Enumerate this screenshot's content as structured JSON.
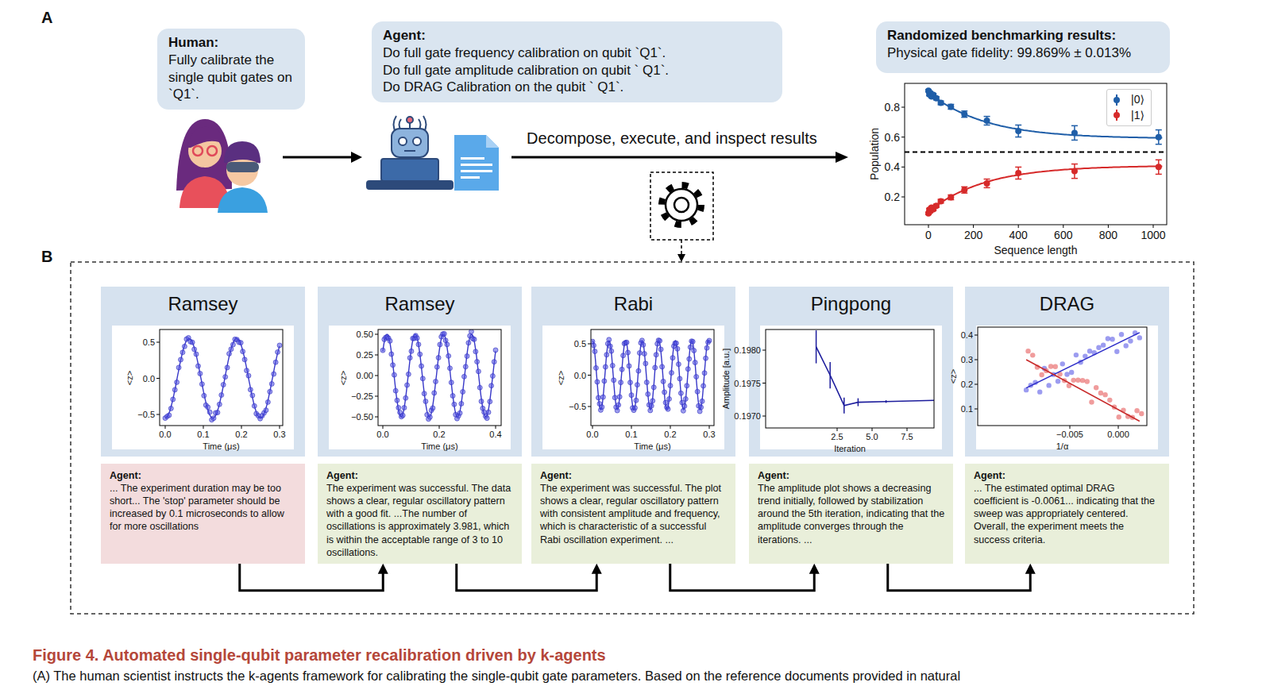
{
  "diagram": {
    "title": "Figure 4. Automated single-qubit parameter recalibration driven by k-agents",
    "caption": "(A) The human scientist instructs the k-agents framework for calibrating the single-qubit gate parameters. Based on the reference documents provided in natural",
    "nodes": [
      {
        "text": [
          "Human:",
          "Fully calibrate the single qubit gates on `Q1`."
        ]
      },
      {
        "text": [
          "Agent:",
          "Do full gate frequency calibration on qubit `Q1`.",
          "Do full gate amplitude calibration on qubit ` Q1`.",
          "Do DRAG Calibration on the qubit ` Q1`."
        ]
      },
      {
        "text": [
          "Randomized benchmarking results:",
          "Physical gate fidelity: 99.869% ± 0.013%"
        ]
      },
      {
        "text": [
          "Ramsey"
        ]
      },
      {
        "text": [
          "Ramsey"
        ]
      },
      {
        "text": [
          "Rabi"
        ]
      },
      {
        "text": [
          "Pingpong"
        ]
      },
      {
        "text": [
          "DRAG"
        ]
      },
      {
        "text": [
          "Agent:",
          "... The experiment duration may be too short... The 'stop' parameter should be increased by 0.1 microseconds to allow for more oscillations"
        ]
      },
      {
        "text": [
          "Agent:",
          "The experiment was successful. The data shows a clear, regular oscillatory pattern with a good fit. ...The number of oscillations is approximately 3.981, which is within the acceptable range of 3 to 10 oscillations."
        ]
      },
      {
        "text": [
          "Agent:",
          "The experiment was successful. The plot shows a clear, regular oscillatory pattern with consistent amplitude and frequency, which is characteristic of a successful Rabi oscillation experiment. ..."
        ]
      },
      {
        "text": [
          "Agent:",
          "The amplitude plot shows a decreasing trend initially, followed by stabilization around the 5th iteration, indicating that the amplitude converges through the iterations. ..."
        ]
      },
      {
        "text": [
          "Agent:",
          "... The estimated optimal DRAG coefficient is -0.0061... indicating that the sweep was appropriately centered. Overall, the experiment meets the success criteria."
        ]
      }
    ],
    "edges": [
      {
        "from": 8,
        "to": 9,
        "arrow": "to"
      },
      {
        "from": 9,
        "to": 10,
        "arrow": "to"
      },
      {
        "from": 10,
        "to": 11,
        "arrow": "to"
      },
      {
        "from": 11,
        "to": 12,
        "arrow": "to"
      }
    ],
    "labels": [
      "A",
      "Decompose, execute, and inspect results",
      "Population",
      "0.8",
      "0.6",
      "0.4",
      "0.2",
      "0",
      "200",
      "400",
      "600",
      "800",
      "1000",
      "Sequence length",
      "B",
      "<z>",
      "0.5",
      "0.0",
      "−0.5",
      "0.0",
      "0.1",
      "0.2",
      "0.3",
      "Time (μs)",
      "<z>",
      "0.50",
      "0.25",
      "0.00",
      "−0.25",
      "−0.50",
      "0.0",
      "0.2",
      "0.4",
      "Time (μs)",
      "<z>",
      "0.5",
      "0.0",
      "−0.5",
      "0.0",
      "0.1",
      "0.2",
      "0.3",
      "Time (μs)",
      "Amplitude [a.u.]",
      "0.1980",
      "0.1975",
      "0.1970",
      "2.5",
      "5.0",
      "7.5",
      "Iteration",
      "<z>",
      "0.4",
      "0.3",
      "0.2",
      "0.1",
      "−0.005",
      "0.000",
      "1/α"
    ],
    "legend": [
      {
        "text": "|0⟩",
        "color": "#1f5ea8"
      },
      {
        "text": "|1⟩",
        "color": "#d62a2a"
      }
    ]
  }
}
